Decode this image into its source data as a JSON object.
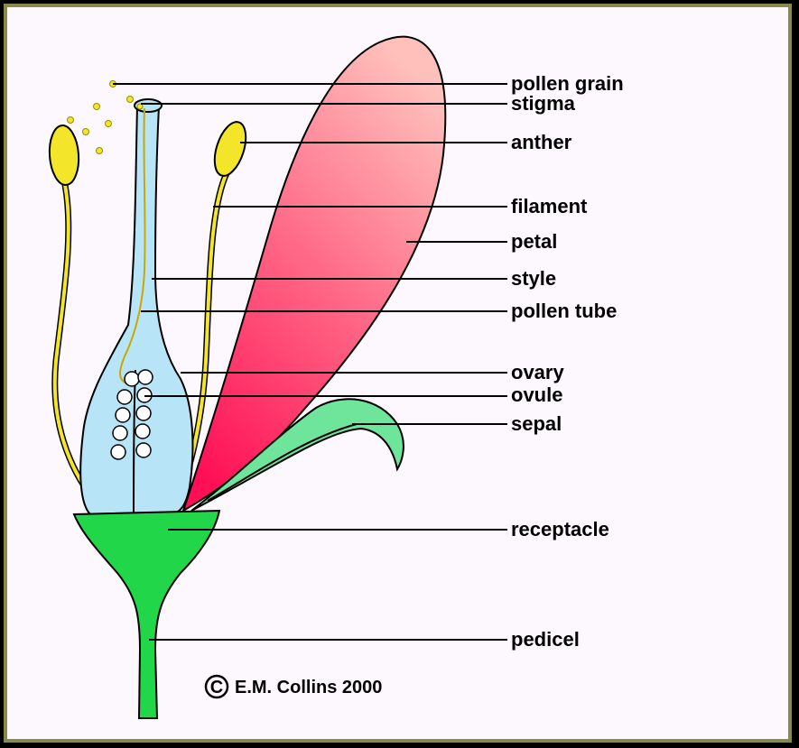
{
  "labels": {
    "pollen_grain": "pollen grain",
    "stigma": "stigma",
    "anther": "anther",
    "filament": "filament",
    "petal": "petal",
    "style": "style",
    "pollen_tube": "pollen tube",
    "ovary": "ovary",
    "ovule": "ovule",
    "sepal": "sepal",
    "receptacle": "receptacle",
    "pedicel": "pedicel"
  },
  "copyright": {
    "symbol": "C",
    "text": "E.M. Collins 2000"
  },
  "colors": {
    "frame_border": "#8a8a48",
    "background": "#fdf8fd",
    "petal_light": "#ffb6b2",
    "petal_dark": "#ff1a5e",
    "pistil": "#b7e4f7",
    "stamen": "#f2e52a",
    "receptacle": "#22d64a",
    "sepal": "#6fe59b",
    "ovule": "#ffffff"
  }
}
